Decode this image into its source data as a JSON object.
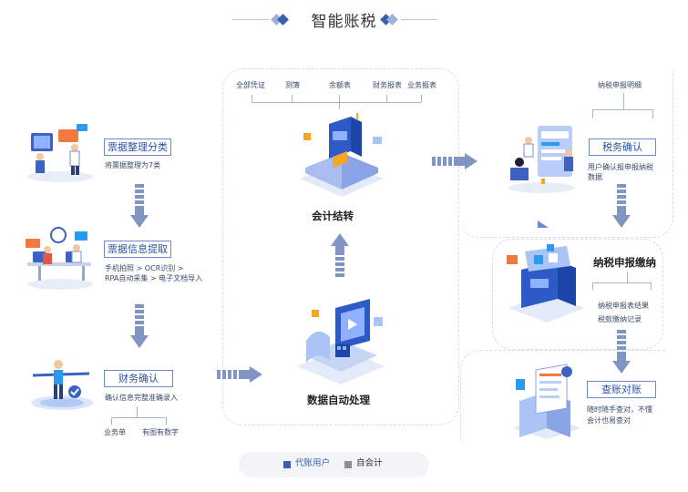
{
  "title": "智能账税",
  "colors": {
    "accent": "#3b5fb0",
    "arrow": "#8195c2",
    "label_border": "#6a8cc8",
    "legend_blue": "#3b5fb0",
    "legend_gray": "#8d8d8d"
  },
  "left": {
    "step1": {
      "label": "票据整理分类",
      "desc": "将票据整理为7类"
    },
    "step2": {
      "label": "票据信息提取",
      "desc_line1": "手机拍照 > OCR识别 >",
      "desc_line2": "RPA自动采集 > 电子文档导入"
    },
    "step3": {
      "label": "财务确认",
      "desc": "确认信息完整准确录入",
      "sub1": "业务单",
      "sub2": "有图有数字"
    }
  },
  "center": {
    "reports": [
      "全部凭证",
      "测簿",
      "余额表",
      "财务报表",
      "业务报表"
    ],
    "accounting": "会计结转",
    "processing": "数据自动处理"
  },
  "right": {
    "top_note": "纳税申报明细",
    "tax_confirm": {
      "label": "税务确认",
      "desc_line1": "用户确认报申报纳税",
      "desc_line2": "数据"
    },
    "tax_filing": {
      "label": "纳税申报缴纳",
      "result1": "纳税申报表结果",
      "result2": "税款缴纳记录"
    },
    "reconcile": {
      "label": "查账对账",
      "desc_line1": "随时随手查对，不懂",
      "desc_line2": "会计也易查对"
    }
  },
  "legend": {
    "item1": "代账用户",
    "item2": "自会计"
  }
}
